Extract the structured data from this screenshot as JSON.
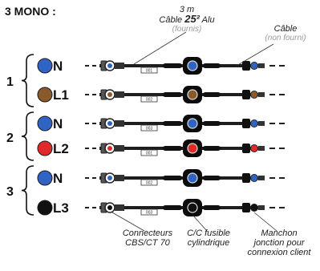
{
  "title": "3 MONO :",
  "top_labels": {
    "cable_supplied_line1": "3 m",
    "cable_supplied_line2_prefix": "Câble ",
    "cable_supplied_size": "25²",
    "cable_supplied_line2_suffix": " Alu",
    "cable_supplied_line3": "(fournis)",
    "cable_client_line1": "Câble",
    "cable_client_line2": "(non fourni)"
  },
  "groups": [
    {
      "number": "1",
      "rows": [
        {
          "phase": "N",
          "color": "#2f64c4",
          "tag": "001"
        },
        {
          "phase": "L1",
          "color": "#8a5a2b",
          "tag": "002"
        }
      ]
    },
    {
      "number": "2",
      "rows": [
        {
          "phase": "N",
          "color": "#2f64c4",
          "tag": "003"
        },
        {
          "phase": "L2",
          "color": "#e02a2a",
          "tag": "001"
        }
      ]
    },
    {
      "number": "3",
      "rows": [
        {
          "phase": "N",
          "color": "#2f64c4",
          "tag": "002"
        },
        {
          "phase": "L3",
          "color": "#111111",
          "tag": "003"
        }
      ]
    }
  ],
  "bottom_labels": {
    "connectors_line1": "Connecteurs",
    "connectors_line2": "CBS/CT 70",
    "fuse_line1": "C/C fusible",
    "fuse_line2": "cylindrique",
    "sleeve_line1": "Manchon",
    "sleeve_line2": "jonction pour",
    "sleeve_line3": "connexion client"
  }
}
